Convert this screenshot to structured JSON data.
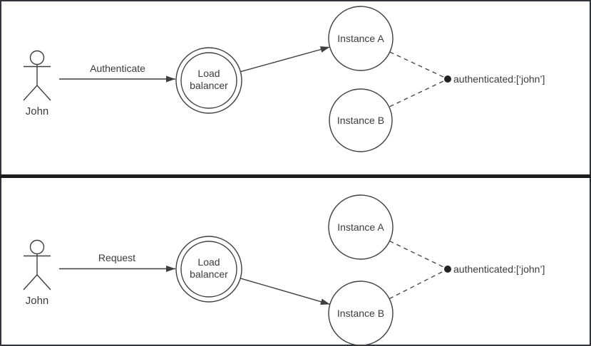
{
  "colors": {
    "background": "#ffffff",
    "stroke": "#3f3f3f",
    "text": "#3b3b3b",
    "divider": "#1d1d1d",
    "border": "#33333a"
  },
  "panels": [
    {
      "actor_label": "John",
      "arrow_label": "Authenticate",
      "load_balancer_line1": "Load",
      "load_balancer_line2": "balancer",
      "instance_a_label": "Instance A",
      "instance_b_label": "Instance B",
      "routed_to": "Instance A",
      "state_label": "authenticated:[‘john’]"
    },
    {
      "actor_label": "John",
      "arrow_label": "Request",
      "load_balancer_line1": "Load",
      "load_balancer_line2": "balancer",
      "instance_a_label": "Instance A",
      "instance_b_label": "Instance B",
      "routed_to": "Instance B",
      "state_label": "authenticated:[‘john’]"
    }
  ]
}
